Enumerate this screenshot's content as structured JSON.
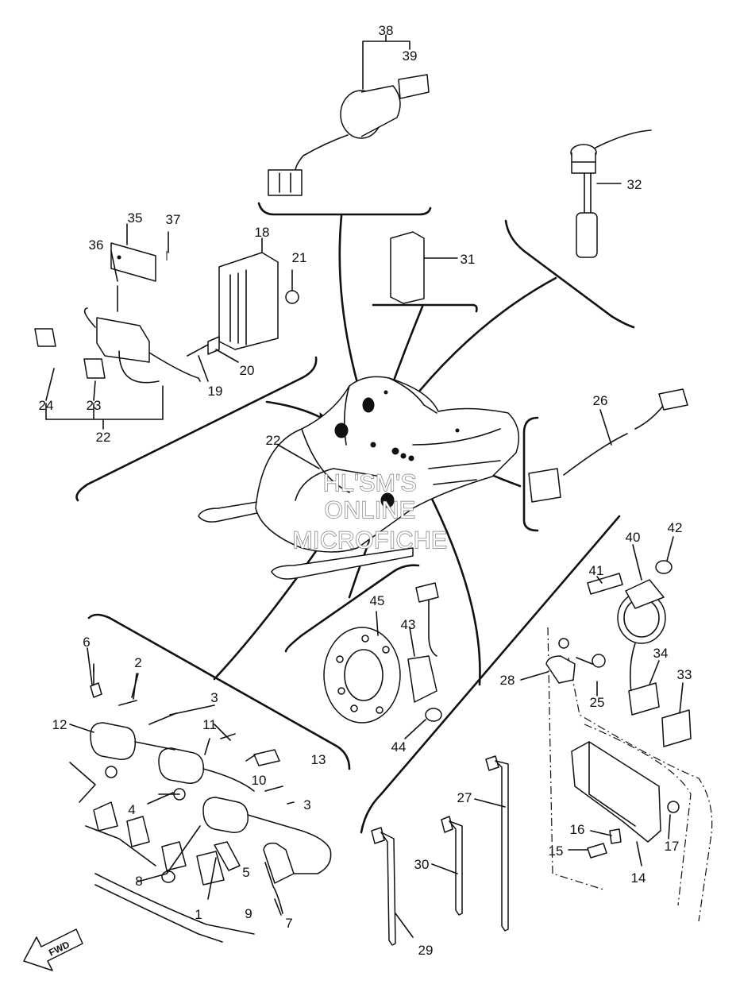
{
  "watermark": {
    "line1": "HL'SM'S",
    "line2": "ONLINE",
    "line3": "MICROFICHE"
  },
  "direction_label": "FWD",
  "callouts": [
    "38",
    "39",
    "32",
    "35",
    "37",
    "18",
    "36",
    "21",
    "31",
    "20",
    "19",
    "24",
    "23",
    "22",
    "22",
    "26",
    "40",
    "42",
    "41",
    "45",
    "43",
    "34",
    "33",
    "6",
    "2",
    "28",
    "25",
    "3",
    "12",
    "11",
    "13",
    "10",
    "3",
    "44",
    "27",
    "4",
    "16",
    "17",
    "15",
    "30",
    "14",
    "5",
    "8",
    "9",
    "1",
    "7",
    "29"
  ],
  "icons": [
    "fwd-arrow-icon"
  ]
}
